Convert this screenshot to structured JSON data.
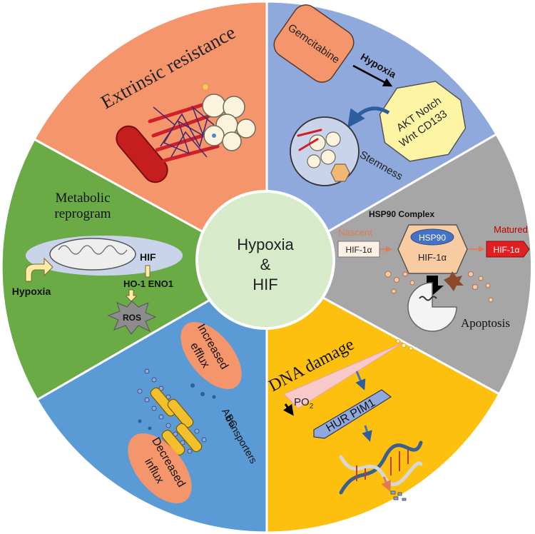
{
  "center": {
    "line1": "Hypoxia",
    "line2": "&",
    "line3": "HIF"
  },
  "segments": {
    "extrinsic": {
      "title": "Extrinsic resistance",
      "color": "#f5956b"
    },
    "stemness": {
      "color": "#8fa9dc",
      "drug": "Gemcitabine",
      "arrow_label": "Hypoxia",
      "pathways_line1": "AKT  Notch",
      "pathways_line2": "Wnt  CD133",
      "outcome": "Stemness"
    },
    "apoptosis": {
      "color": "#a6a6a6",
      "complex_title": "HSP90 Complex",
      "nascent_label": "Nascent",
      "nascent_protein": "HIF-1α",
      "hsp90": "HSP90",
      "complex_protein": "HIF-1α",
      "matured_label": "Matured",
      "matured_protein": "HIF-1α",
      "outcome": "Apoptosis"
    },
    "dna": {
      "color": "#fdc00f",
      "title": "DNA damage",
      "po2_label": "PO",
      "po2_sub": "2",
      "genes": "HUR PIM1"
    },
    "transport": {
      "color": "#5b9bd5",
      "efflux_line1": "Increased",
      "efflux_line2": "efflux",
      "influx_line1": "Decreased",
      "influx_line2": "influx",
      "transporter_line1": "ABC",
      "transporter_line2": "transporters"
    },
    "metabolic": {
      "color": "#6aab45",
      "title_line1": "Metabolic",
      "title_line2": "reprogram",
      "hif": "HIF",
      "hypoxia": "Hypoxia",
      "genes": "HO-1  ENO1",
      "ros": "ROS"
    }
  }
}
